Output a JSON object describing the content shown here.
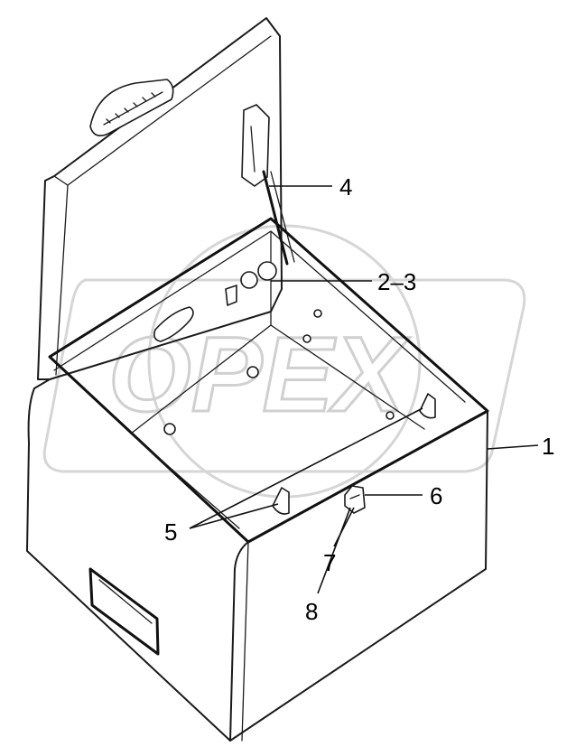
{
  "diagram": {
    "watermark": "OPEX",
    "callouts": [
      {
        "id": "1",
        "label": "1"
      },
      {
        "id": "2-3",
        "label": "2–3"
      },
      {
        "id": "4",
        "label": "4"
      },
      {
        "id": "5",
        "label": "5"
      },
      {
        "id": "6",
        "label": "6"
      },
      {
        "id": "7",
        "label": "7"
      },
      {
        "id": "8",
        "label": "8"
      }
    ]
  }
}
